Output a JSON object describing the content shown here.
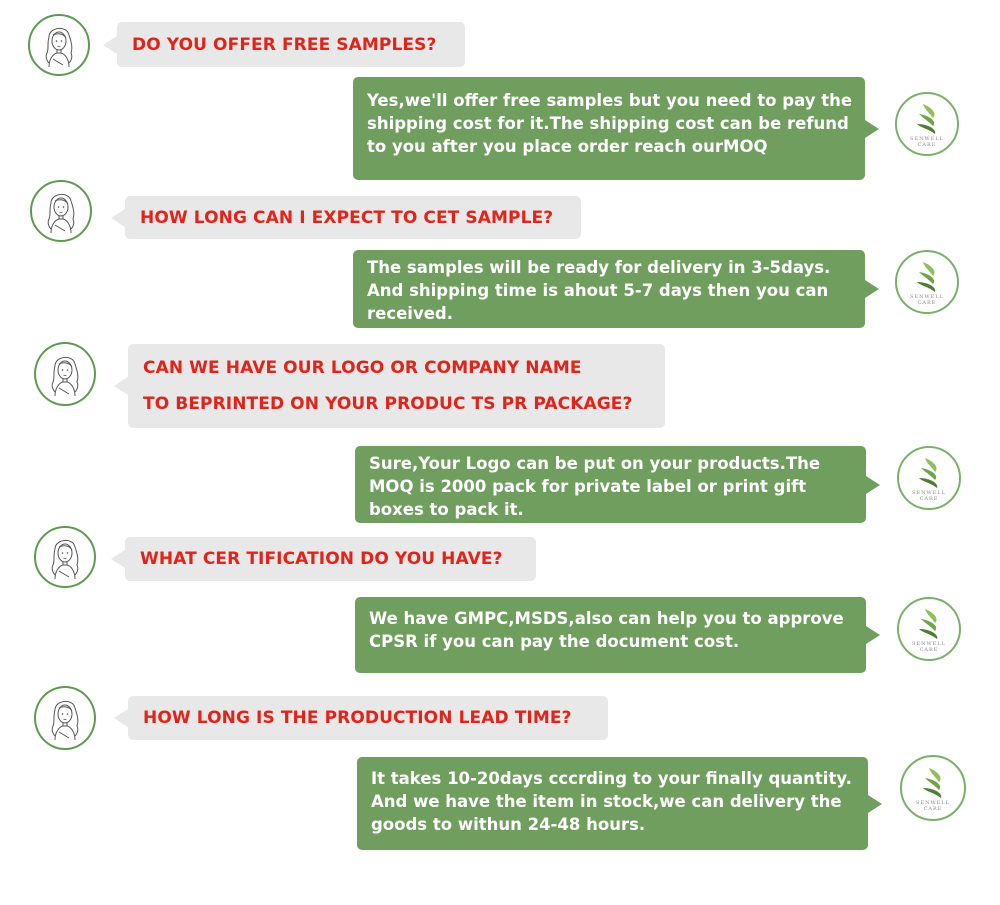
{
  "colors": {
    "question_text": "#e2231a",
    "question_bubble": "#e8e8e8",
    "answer_bubble": "#6f9e5e",
    "answer_text": "#ffffff",
    "avatar_ring": "#5f9a52"
  },
  "brand": {
    "logo_line1": "SENWELL",
    "logo_line2": "CARE"
  },
  "faq": [
    {
      "question": [
        "DO YOU OFFER FREE SAMPLES?"
      ],
      "answer": [
        "Yes,we'll offer free samples but you need to pay the",
        "shipping cost for it.The shipping cost can be refund",
        "to you after you place order reach ourMOQ"
      ]
    },
    {
      "question": [
        "HOW LONG CAN I EXPECT TO CET SAMPLE?"
      ],
      "answer": [
        "The samples will be ready for delivery in 3-5days.",
        "And shipping time is ahout 5-7 days then you can",
        " received."
      ]
    },
    {
      "question": [
        "CAN WE HAVE OUR LOGO OR COMPANY NAME",
        "TO BEPRINTED ON YOUR PRODUC TS PR PACKAGE?"
      ],
      "answer": [
        "Sure,Your Logo can be put on your products.The",
        "MOQ is 2000 pack for private label or print gift",
        "boxes to pack it."
      ]
    },
    {
      "question": [
        "WHAT CER TIFICATION DO YOU HAVE?"
      ],
      "answer": [
        "We have GMPC,MSDS,also can help you to approve",
        "CPSR if you can pay the document cost."
      ]
    },
    {
      "question": [
        "HOW LONG IS THE PRODUCTION LEAD TIME?"
      ],
      "answer": [
        "It takes 10-20days cccrding to your finally quantity.",
        "And we have the item in stock,we can delivery the",
        "goods to withun 24-48 hours."
      ]
    }
  ]
}
